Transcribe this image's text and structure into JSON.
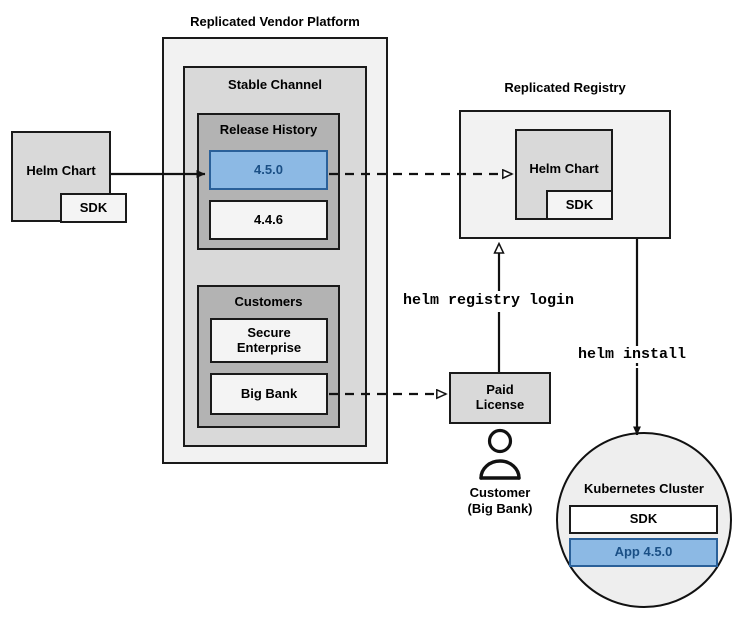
{
  "diagram": {
    "title_vendor_platform": "Replicated Vendor Platform",
    "title_registry": "Replicated Registry",
    "vendor_platform": {
      "stable_channel_label": "Stable Channel",
      "release_history": {
        "label": "Release History",
        "releases": [
          {
            "version": "4.5.0",
            "highlighted": true
          },
          {
            "version": "4.4.6",
            "highlighted": false
          }
        ]
      },
      "customers": {
        "label": "Customers",
        "items": [
          {
            "name": "Secure\nEnterprise"
          },
          {
            "name": "Big Bank"
          }
        ]
      }
    },
    "source_chart": {
      "label": "Helm Chart",
      "sdk_label": "SDK"
    },
    "registry": {
      "chart_label": "Helm Chart",
      "sdk_label": "SDK"
    },
    "license": {
      "label": "Paid\nLicense"
    },
    "customer_actor": {
      "line1": "Customer",
      "line2": "(Big Bank)",
      "icon": "person-icon"
    },
    "cluster": {
      "label": "Kubernetes Cluster",
      "components": [
        {
          "name": "SDK",
          "highlighted": false
        },
        {
          "name": "App 4.5.0",
          "highlighted": true
        }
      ]
    },
    "commands": {
      "registry_login": "helm registry login",
      "install": "helm install"
    },
    "colors": {
      "highlight_fill": "#8cb9e4",
      "highlight_stroke": "#2a6099",
      "highlight_text": "#1a4f85",
      "shell_outer": "#f2f2f2",
      "shell_mid": "#d9d9d9",
      "shell_inner": "#b3b3b3",
      "box_white": "#f4f4f4",
      "box_grey": "#d9d9d9",
      "stroke": "#1a1a1a",
      "background": "#ffffff"
    }
  }
}
